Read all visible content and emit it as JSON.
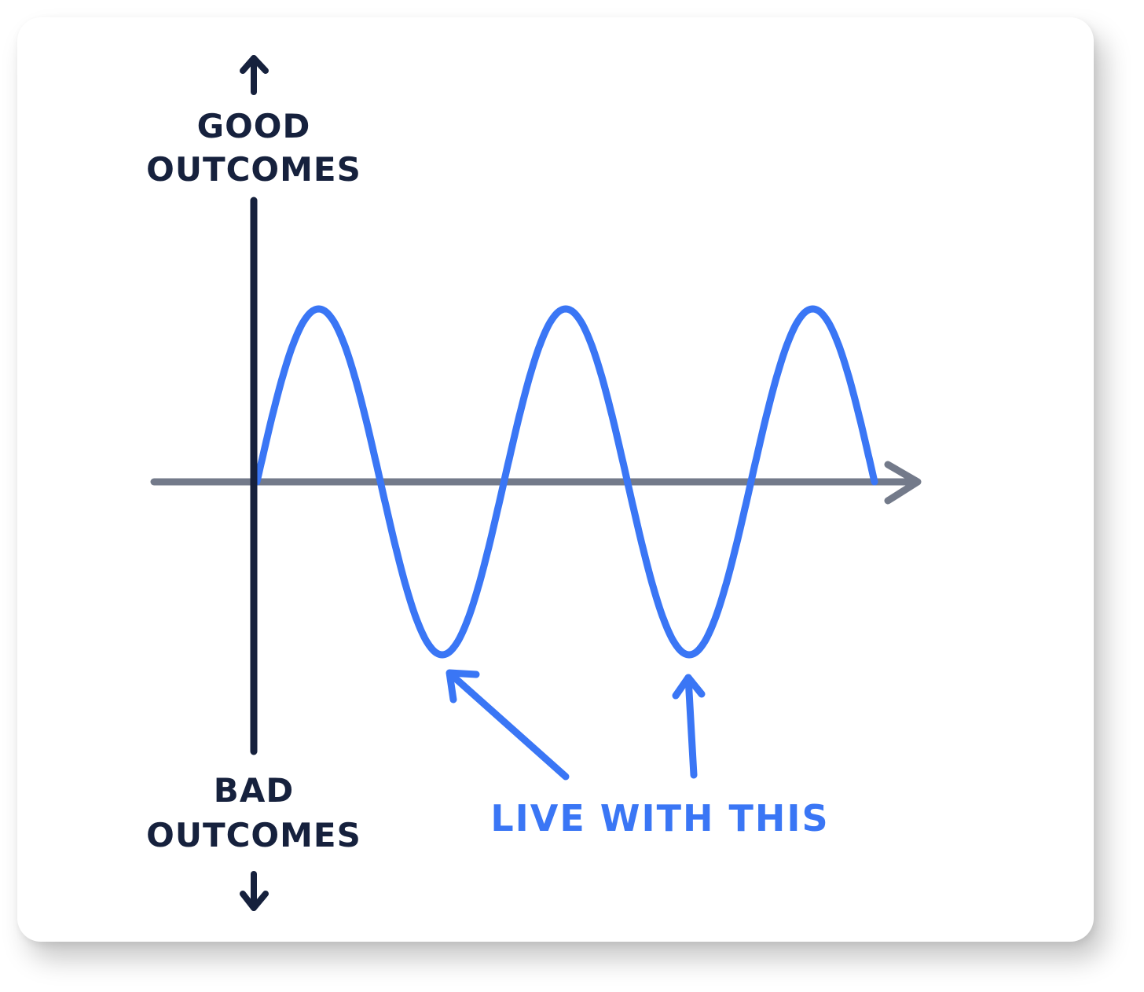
{
  "labels": {
    "good_line1": "GOOD",
    "good_line2": "OUTCOMES",
    "bad_line1": "BAD",
    "bad_line2": "OUTCOMES",
    "annotation": "LIVE WITH THIS"
  },
  "colors": {
    "axis_vertical": "#16213d",
    "axis_horizontal": "#737a8a",
    "wave": "#3a76f5",
    "annotation": "#3a76f5",
    "card_background": "#ffffff"
  },
  "icons": {
    "up_arrow": "arrow-up-icon",
    "down_arrow": "arrow-down-icon",
    "time_arrow": "arrow-right-icon"
  }
}
